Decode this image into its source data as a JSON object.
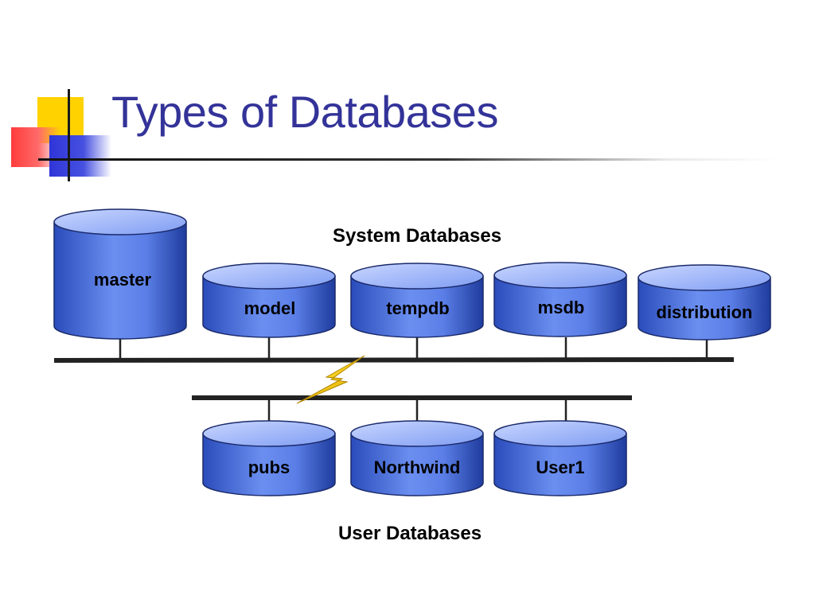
{
  "slide": {
    "title": "Types of Databases",
    "system_label": "System Databases",
    "user_label": "User Databases"
  },
  "system_databases": [
    "master",
    "model",
    "tempdb",
    "msdb",
    "distribution"
  ],
  "user_databases": [
    "pubs",
    "Northwind",
    "User1"
  ],
  "colors": {
    "title": "#333399",
    "cylinder_light": "#6b8ff0",
    "cylinder_dark": "#1f3c9e",
    "cylinder_stroke": "#1a2a6a",
    "bus": "#222222",
    "bolt": "#f2c200"
  },
  "icons": {
    "link": "lightning-bolt-icon"
  }
}
